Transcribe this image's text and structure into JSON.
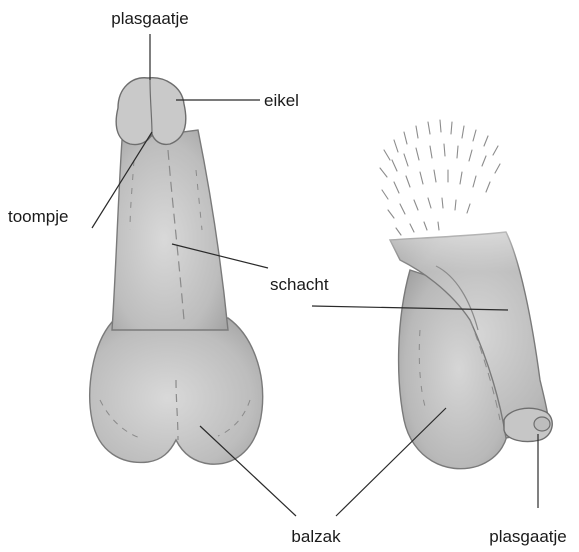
{
  "labels": {
    "plasgaatje_top": "plasgaatje",
    "eikel": "eikel",
    "toompje": "toompje",
    "schacht": "schacht",
    "balzak": "balzak",
    "plasgaatje_bottom": "plasgaatje"
  }
}
